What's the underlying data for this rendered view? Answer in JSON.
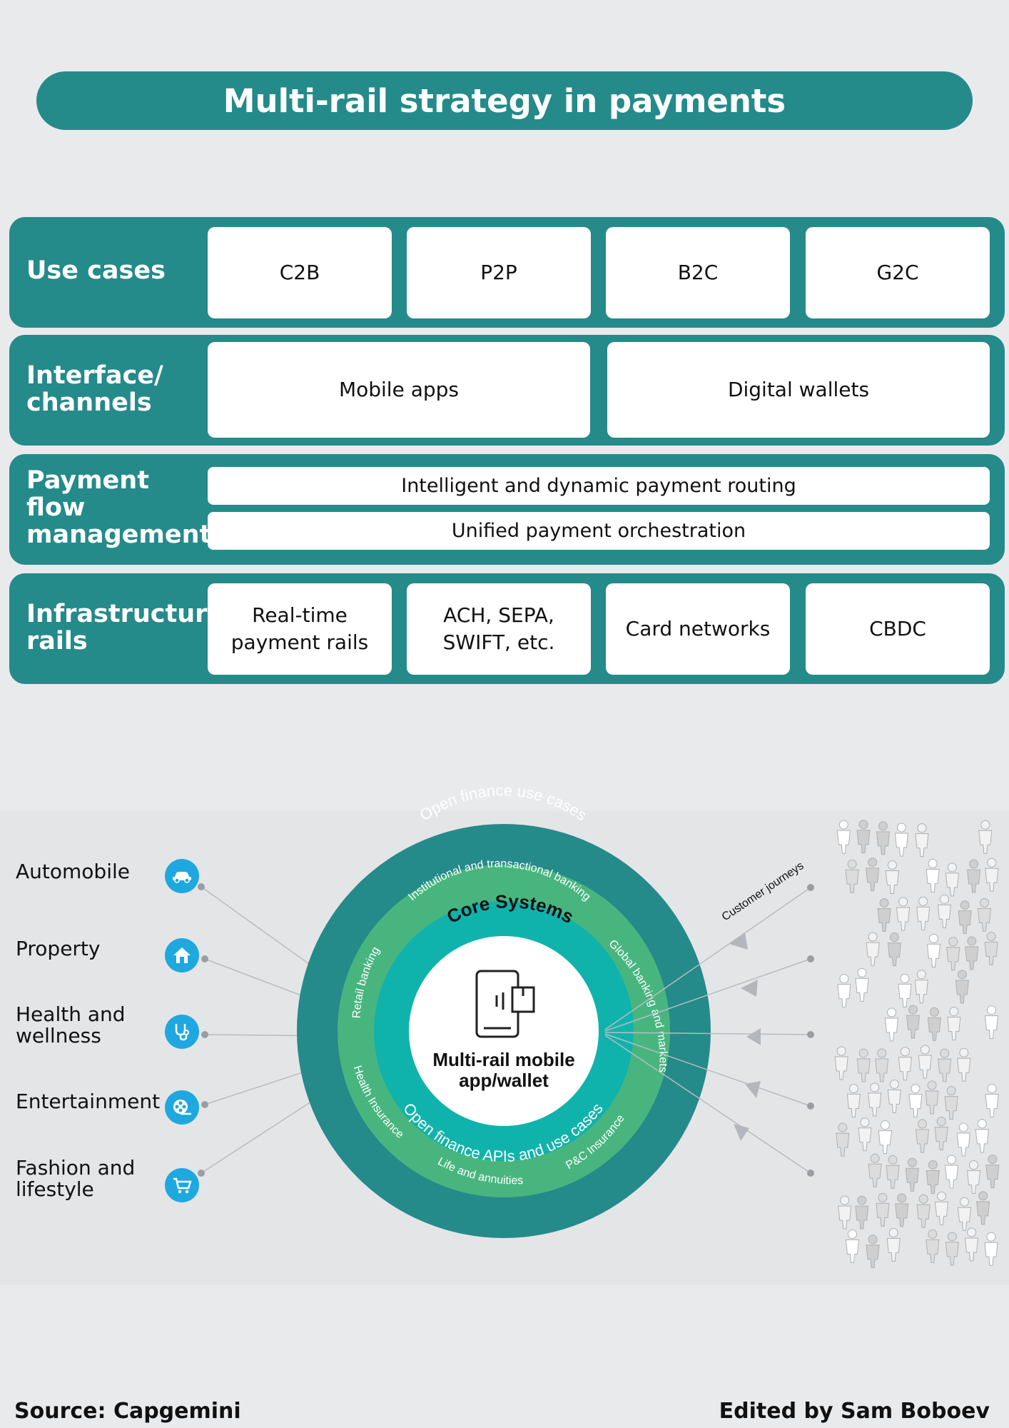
{
  "title": "Multi-rail strategy in payments",
  "rows": {
    "use_cases": {
      "label": "Use cases",
      "cells": [
        "C2B",
        "P2P",
        "B2C",
        "G2C"
      ]
    },
    "interface": {
      "label_line1": "Interface/",
      "label_line2": "channels",
      "cells": [
        "Mobile apps",
        "Digital wallets"
      ]
    },
    "payment_flow": {
      "label_line1": "Payment",
      "label_line2": "flow",
      "label_line3": "management",
      "cells": [
        "Intelligent and dynamic payment routing",
        "Unified payment orchestration"
      ]
    },
    "infrastructure": {
      "label_line1": "Infrastructure",
      "label_line2": "rails",
      "cells": [
        {
          "line1": "Real-time",
          "line2": "payment rails"
        },
        {
          "line1": "ACH, SEPA,",
          "line2": "SWIFT, etc."
        },
        {
          "line1": "Card networks",
          "line2": ""
        },
        {
          "line1": "CBDC",
          "line2": ""
        }
      ]
    }
  },
  "sectors": [
    {
      "line1": "Automobile",
      "line2": "",
      "icon": "car-icon"
    },
    {
      "line1": "Property",
      "line2": "",
      "icon": "house-icon"
    },
    {
      "line1": "Health and",
      "line2": "wellness",
      "icon": "stethoscope-icon"
    },
    {
      "line1": "Entertainment",
      "line2": "",
      "icon": "film-reel-icon"
    },
    {
      "line1": "Fashion and",
      "line2": "lifestyle",
      "icon": "shopping-cart-icon"
    }
  ],
  "circle": {
    "outer_top": "Open finance use cases",
    "outer_bottom": "Open finance APIs and use cases",
    "ring_institutional": "Institutional and transactional banking",
    "ring_global": "Global banking and markets",
    "ring_retail": "Retail banking",
    "ring_health": "Health Insurance",
    "ring_life": "Life and annuities",
    "ring_pc": "P&C Insurance",
    "core": "Core Systems",
    "center_line1": "Multi-rail mobile",
    "center_line2": "app/wallet"
  },
  "customer_journeys": "Customer journeys",
  "colors": {
    "teal": "#258a8a",
    "ring_green": "#48b57f",
    "core_teal": "#10b3ac",
    "icon_blue": "#1ea8df",
    "background": "#e9eaec"
  },
  "footer": {
    "source": "Source: Capgemini",
    "editor": "Edited by Sam Boboev"
  }
}
